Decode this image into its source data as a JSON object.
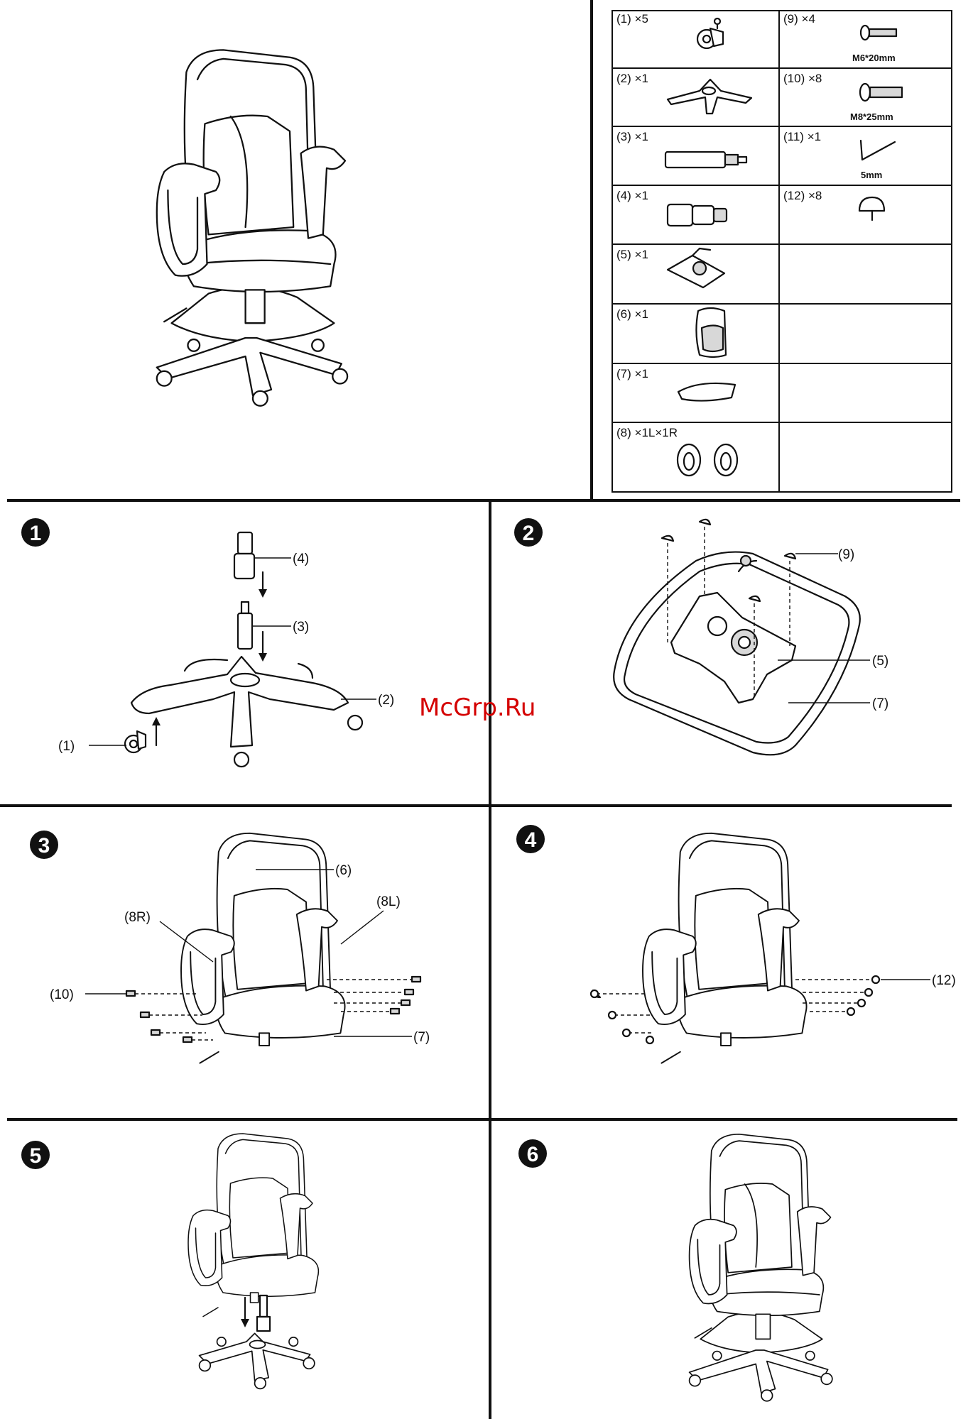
{
  "parts": [
    {
      "id": "(1)",
      "qty": "×5",
      "icon": "caster-icon"
    },
    {
      "id": "(2)",
      "qty": "×1",
      "icon": "base-icon"
    },
    {
      "id": "(3)",
      "qty": "×1",
      "icon": "gas-lift-icon"
    },
    {
      "id": "(4)",
      "qty": "×1",
      "icon": "gas-cover-icon"
    },
    {
      "id": "(5)",
      "qty": "×1",
      "icon": "mechanism-icon"
    },
    {
      "id": "(6)",
      "qty": "×1",
      "icon": "backrest-icon"
    },
    {
      "id": "(7)",
      "qty": "×1",
      "icon": "seat-icon"
    },
    {
      "id": "(8)",
      "qty": "×1L×1R",
      "icon": "armrest-pair-icon"
    },
    {
      "id": "(9)",
      "qty": "×4",
      "icon": "bolt-icon",
      "sub": "M6*20mm"
    },
    {
      "id": "(10)",
      "qty": "×8",
      "icon": "bolt-icon",
      "sub": "M8*25mm"
    },
    {
      "id": "(11)",
      "qty": "×1",
      "icon": "hex-key-icon",
      "sub": "5mm"
    },
    {
      "id": "(12)",
      "qty": "×8",
      "icon": "cap-icon"
    }
  ],
  "steps": [
    {
      "num": "1",
      "labels": [
        "(4)",
        "(3)",
        "(2)",
        "(1)"
      ]
    },
    {
      "num": "2",
      "labels": [
        "(9)",
        "(5)",
        "(7)"
      ]
    },
    {
      "num": "3",
      "labels": [
        "(6)",
        "(8R)",
        "(8L)",
        "(10)",
        "(7)"
      ]
    },
    {
      "num": "4",
      "labels": [
        "(12)"
      ]
    },
    {
      "num": "5",
      "labels": []
    },
    {
      "num": "6",
      "labels": []
    }
  ],
  "watermark": "McGrp.Ru"
}
